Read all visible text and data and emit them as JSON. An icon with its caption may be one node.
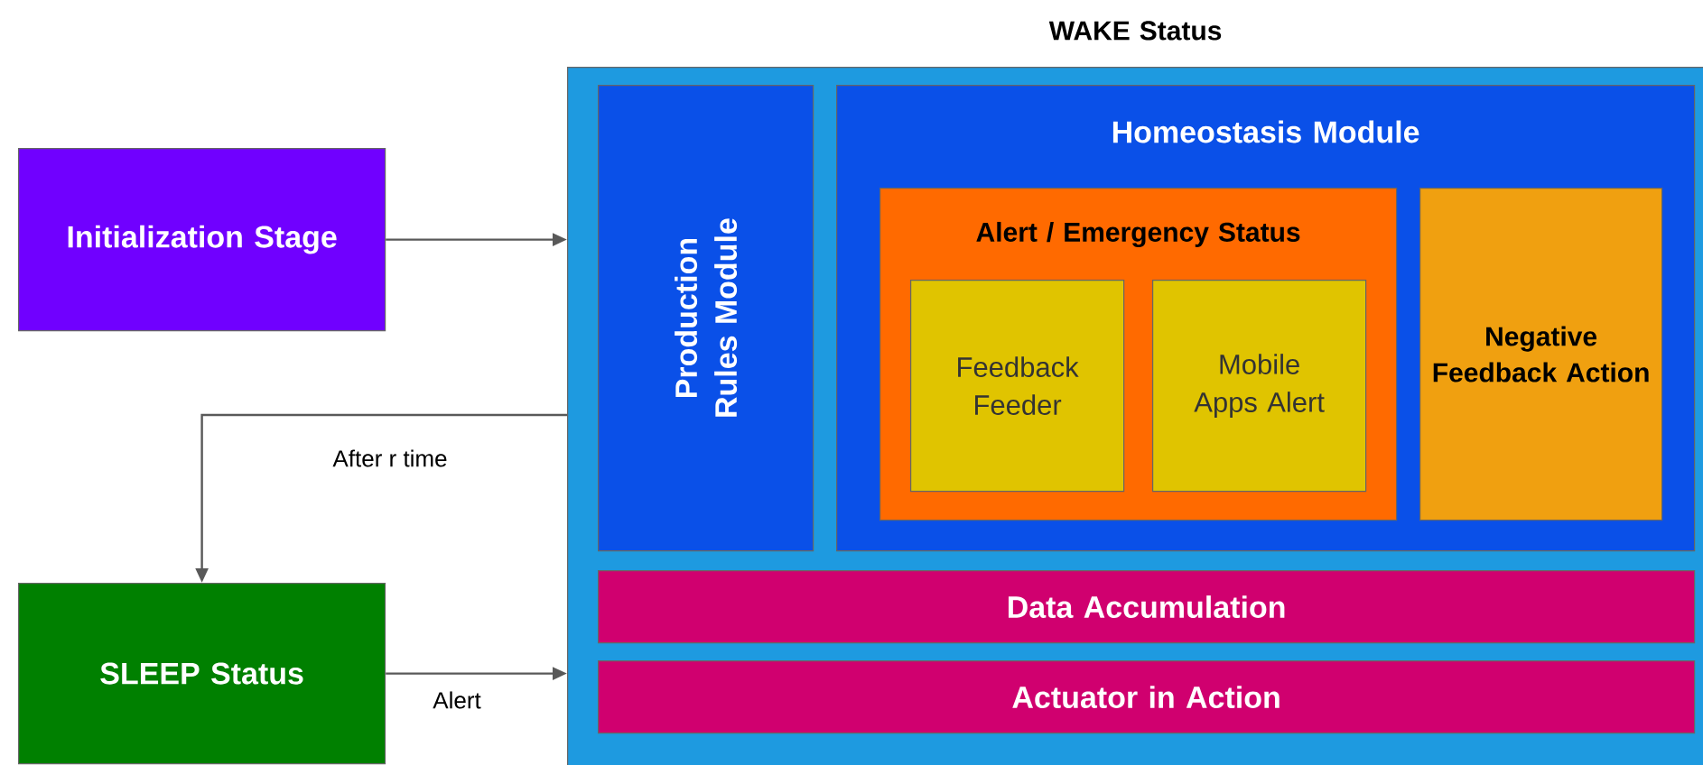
{
  "diagram": {
    "nodes": [
      {
        "text": [
          "WAKE Status"
        ]
      },
      {
        "text": [
          "Initialization Stage"
        ]
      },
      {
        "text": [
          "SLEEP Status"
        ]
      },
      {
        "text": [
          "Production Rules Module"
        ],
        "in": 0
      },
      {
        "text": [
          "Homeostasis Module"
        ],
        "in": 0
      },
      {
        "text": [
          "Alert / Emergency Status"
        ],
        "in": 4
      },
      {
        "text": [
          "Feedback Feeder"
        ],
        "in": 5
      },
      {
        "text": [
          "Mobile Apps Alert"
        ],
        "in": 5
      },
      {
        "text": [
          "Negative Feedback Action"
        ],
        "in": 4
      },
      {
        "text": [
          "Data Accumulation"
        ],
        "in": 0
      },
      {
        "text": [
          "Actuator in Action"
        ],
        "in": 0
      }
    ],
    "edges": [
      {
        "from": 1,
        "to": 0,
        "arrow": "to"
      },
      {
        "from": 0,
        "to": 2,
        "arrow": "to",
        "label": "After r time"
      },
      {
        "from": 2,
        "to": 0,
        "arrow": "to",
        "label": "Alert"
      }
    ]
  }
}
